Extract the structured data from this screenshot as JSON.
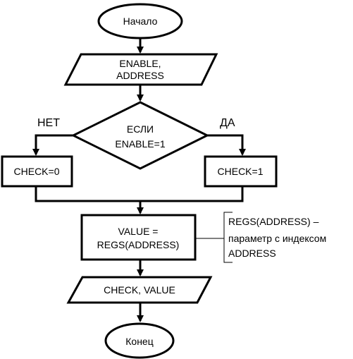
{
  "diagram": {
    "start_label": "Начало",
    "input_label_line1": "ENABLE,",
    "input_label_line2": "ADDRESS",
    "decision_label_line1": "ЕСЛИ",
    "decision_label_line2": "ENABLE=1",
    "no_label": "НЕТ",
    "yes_label": "ДА",
    "check_zero_label": "CHECK=0",
    "check_one_label": "CHECK=1",
    "assign_label_line1": "VALUE =",
    "assign_label_line2": "REGS(ADDRESS)",
    "comment_line1": "REGS(ADDRESS) –",
    "comment_line2": "параметр с индексом",
    "comment_line3": "ADDRESS",
    "output_label": "CHECK, VALUE",
    "end_label": "Конец"
  }
}
